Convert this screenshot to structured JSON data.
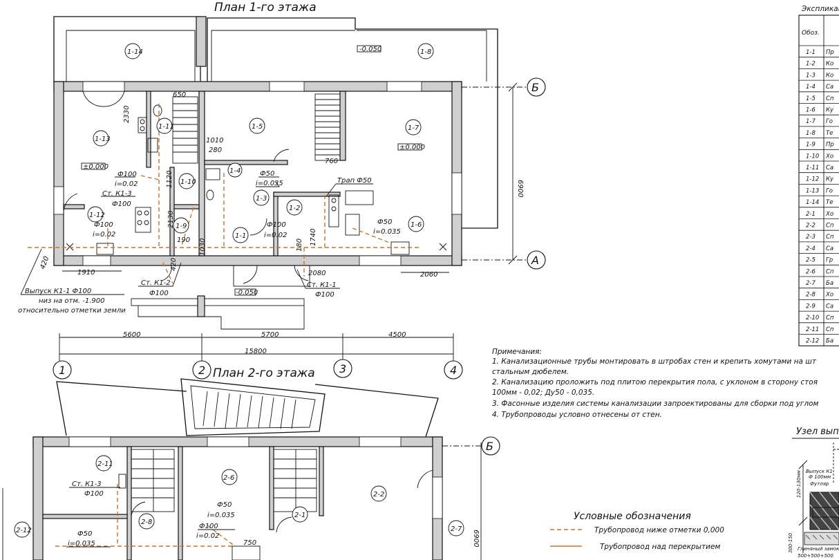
{
  "plan1": {
    "title": "План 1-го этажа",
    "rooms": {
      "r1_14": "1-14",
      "r1_8": "1-8",
      "r1_13": "1-13",
      "r1_11": "1-11",
      "r1_10": "1-10",
      "r1_5": "1-5",
      "r1_7": "1-7",
      "r1_4": "1-4",
      "r1_3": "1-3",
      "r1_2": "1-2",
      "r1_12": "1-12",
      "r1_9": "1-9",
      "r1_1": "1-1",
      "r1_6": "1-6"
    },
    "levels": {
      "terrace": "-0.050",
      "room13": "±0.000",
      "room7": "±0.000",
      "porch": "-0.050"
    },
    "dims": {
      "d2330": "2330",
      "d650": "650",
      "d1120": "1120",
      "d2130": "2130",
      "d1010": "1010",
      "d280": "280",
      "d760": "760",
      "d190": "190",
      "d1030": "1030",
      "d420a": "420",
      "d420b": "420",
      "d1910": "1910",
      "d2080": "2080",
      "d2060": "2060",
      "d180": "180",
      "d1740": "1740",
      "d6900": "6900",
      "d5600": "5600",
      "d5700": "5700",
      "d4500": "4500",
      "d15800": "15800"
    },
    "pipes": {
      "p1_d": "Ф100",
      "p1_i": "i=0.02",
      "st13": "Ст. К1-3",
      "st13_d": "Ф100",
      "p12_d": "Ф100",
      "p12_i": "i=0.02",
      "p4_d": "Ф50",
      "p4_i": "i=0.035",
      "trap": "Трап Ф50",
      "p1_1d": "Ф100",
      "p1_1i": "i=0.02",
      "p6_d": "Ф50",
      "p6_i": "i=0.035",
      "st12": "Ст. К1-2",
      "st12_d": "Ф100",
      "st11": "Ст. К1-1",
      "st11_d": "Ф100"
    },
    "outlet_note": [
      "Выпуск К1-1 Ф100",
      "низ на отм. -1.900",
      "относительно отметки земли"
    ]
  },
  "axes": {
    "a1": "1",
    "a2": "2",
    "a3": "3",
    "a4": "4",
    "aA": "А",
    "aB": "Б",
    "aB2": "Б"
  },
  "plan2": {
    "title": "План 2-го этажа",
    "rooms": {
      "r2_11": "2-11",
      "r2_6": "2-6",
      "r2_2": "2-2",
      "r2_8": "2-8",
      "r2_1": "2-1",
      "r2_12": "2-12",
      "r2_7": "2-7"
    },
    "labels": {
      "st13": "Ст. К1-3",
      "st13_d": "Ф100",
      "pA_d": "Ф50",
      "pA_i": "i=0.035",
      "pB_d": "Ф100",
      "pB_i": "i=0.02",
      "pC_d": "Ф50",
      "pC_i": "i=0.035",
      "d750": "750",
      "d6900": "6900"
    }
  },
  "explication": {
    "title": "Экспликация",
    "header": "Обоз.",
    "rows": [
      {
        "code": "1-1",
        "name": "Пр"
      },
      {
        "code": "1-2",
        "name": "Ко"
      },
      {
        "code": "1-3",
        "name": "Ко"
      },
      {
        "code": "1-4",
        "name": "Са"
      },
      {
        "code": "1-5",
        "name": "Сп"
      },
      {
        "code": "1-6",
        "name": "Ку"
      },
      {
        "code": "1-7",
        "name": "Го"
      },
      {
        "code": "1-8",
        "name": "Те"
      },
      {
        "code": "1-9",
        "name": "Пр"
      },
      {
        "code": "1-10",
        "name": "Хо"
      },
      {
        "code": "1-11",
        "name": "Са"
      },
      {
        "code": "1-12",
        "name": "Ку"
      },
      {
        "code": "1-13",
        "name": "Го"
      },
      {
        "code": "1-14",
        "name": "Те"
      },
      {
        "code": "2-1",
        "name": "Хо"
      },
      {
        "code": "2-2",
        "name": "Сп"
      },
      {
        "code": "2-3",
        "name": "Сп"
      },
      {
        "code": "2-4",
        "name": "Са"
      },
      {
        "code": "2-5",
        "name": "Гр"
      },
      {
        "code": "2-6",
        "name": "Сп"
      },
      {
        "code": "2-7",
        "name": "Ба"
      },
      {
        "code": "2-8",
        "name": "Хо"
      },
      {
        "code": "2-9",
        "name": "Са"
      },
      {
        "code": "2-10",
        "name": "Сп"
      },
      {
        "code": "2-11",
        "name": "Сп"
      },
      {
        "code": "2-12",
        "name": "Ба"
      }
    ]
  },
  "notes": {
    "title": "Примечания:",
    "lines": [
      "1. Канализационные трубы монтировать в штробах стен и крепить хомутами на шт",
      "стальным дюбелем.",
      "2. Канализацию проложить под плитою перекрытия пола, с уклоном в сторону стоя",
      "100мм - 0,02; Ду50 - 0,035.",
      "3. Фасонные изделия системы канализации запроектированы для сборки под углом",
      "4. Трубопроводы условно отнесены от стен."
    ]
  },
  "legend": {
    "title": "Условные обозначения",
    "below": "Трубопровод ниже отметки 0,000",
    "above": "Трубопровод над перекрытием"
  },
  "node": {
    "title": "Узел вып",
    "outlet": "Выпуск К1",
    "outlet_d": "Ф 100мм",
    "sleeve": "Футляр",
    "d1": "120-130мм",
    "d2": "300-150",
    "soil": "Глиняный замок",
    "dims": "500+500+500"
  },
  "colors": {
    "pipe": "#c8732a",
    "wall": "#cfcfcf",
    "line": "#111111"
  }
}
